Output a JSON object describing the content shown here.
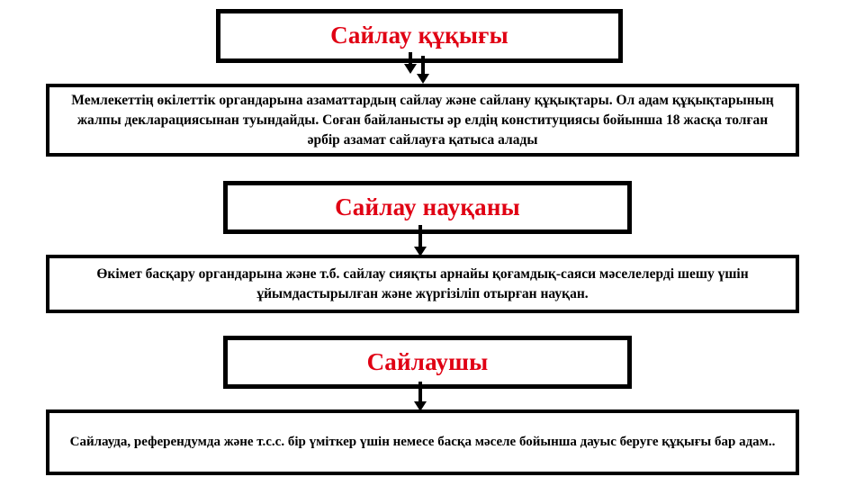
{
  "document": {
    "language": "kk",
    "background_color": "#ffffff",
    "accent_color": "#e00013",
    "border_color": "#000000"
  },
  "sections": [
    {
      "id": "sailau-kukygy",
      "title": "Сайлау құқығы",
      "body": "Мемлекеттің өкілеттік органдарына азаматтардың сайлау және сайлану құқықтары. Ол адам құқықтарының жалпы декларациясынан туындайды. Соған байланысты әр елдің конституциясы бойынша 18 жасқа толған әрбір азамат сайлауға қатыса алады"
    },
    {
      "id": "sailau-naukany",
      "title": "Сайлау науқаны",
      "body": "Өкімет басқару органдарына және т.б. сайлау сияқты арнайы қоғамдық-саяси мәселелерді шешу үшін ұйымдастырылған және жүргізіліп отырған науқан."
    },
    {
      "id": "sailaushy",
      "title": "Сайлаушы",
      "body": "Сайлауда, референдумда және т.с.с. бір үміткер үшін немесе басқа мәселе бойынша дауыс беруге құқығы бар адам.."
    }
  ],
  "connectors": [
    {
      "id": "arrow-1a",
      "name": "down-arrow-icon"
    },
    {
      "id": "arrow-1b",
      "name": "down-arrow-icon"
    },
    {
      "id": "arrow-2",
      "name": "down-arrow-icon"
    },
    {
      "id": "arrow-3",
      "name": "down-arrow-icon"
    }
  ]
}
